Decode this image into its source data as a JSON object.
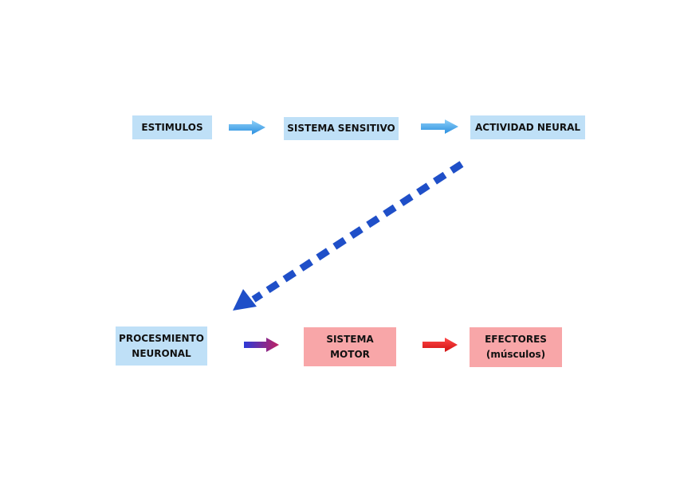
{
  "diagram": {
    "nodes": [
      {
        "id": "estimulos",
        "lines": [
          "ESTIMULOS"
        ],
        "color": "#bfe0f7"
      },
      {
        "id": "sistema-sensitivo",
        "lines": [
          "SISTEMA SENSITIVO"
        ],
        "color": "#bfe0f7"
      },
      {
        "id": "actividad-neural",
        "lines": [
          "ACTIVIDAD NEURAL"
        ],
        "color": "#bfe0f7"
      },
      {
        "id": "procesamiento-neuronal",
        "lines": [
          "PROCESMIENTO",
          "NEURONAL"
        ],
        "color": "#bfe0f7"
      },
      {
        "id": "sistema-motor",
        "lines": [
          "SISTEMA",
          "MOTOR"
        ],
        "color": "#f8a6a8"
      },
      {
        "id": "efectores",
        "lines": [
          "EFECTORES",
          "(músculos)"
        ],
        "color": "#f8a6a8"
      }
    ],
    "edges": [
      {
        "from": "estimulos",
        "to": "sistema-sensitivo",
        "style": "solid",
        "color": "#4aa8e8"
      },
      {
        "from": "sistema-sensitivo",
        "to": "actividad-neural",
        "style": "solid",
        "color": "#4aa8e8"
      },
      {
        "from": "actividad-neural",
        "to": "procesamiento-neuronal",
        "style": "dashed",
        "color": "#1f4fc8"
      },
      {
        "from": "procesamiento-neuronal",
        "to": "sistema-motor",
        "style": "gradient",
        "color": "#3a3ad0"
      },
      {
        "from": "sistema-motor",
        "to": "efectores",
        "style": "solid",
        "color": "#e51c1c"
      }
    ]
  }
}
